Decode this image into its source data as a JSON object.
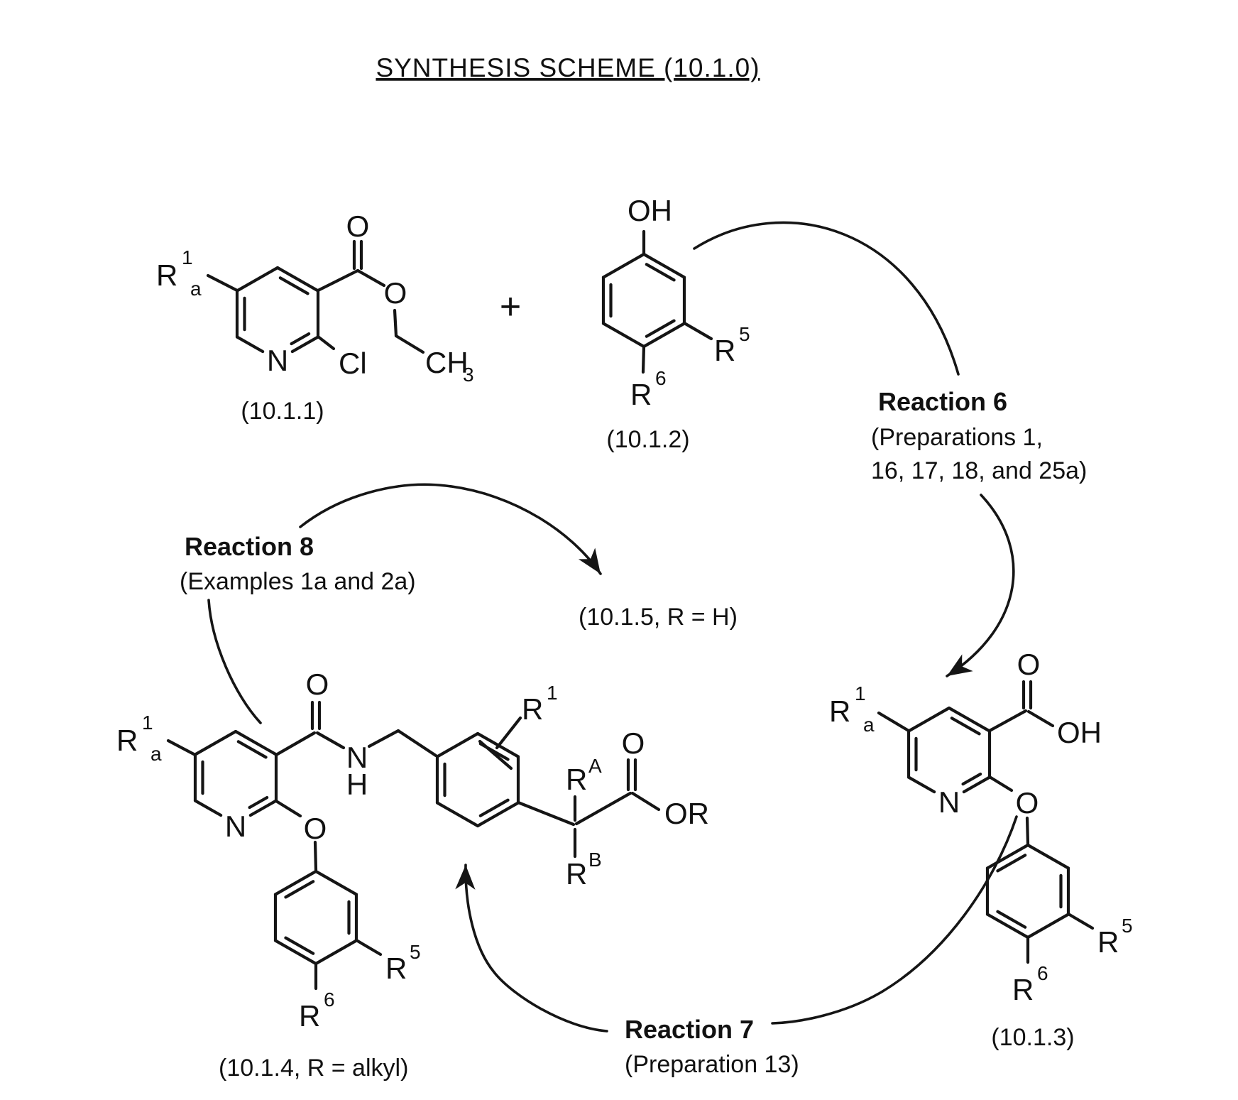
{
  "title": "SYNTHESIS SCHEME (10.1.0)",
  "compounds": {
    "c1": "(10.1.1)",
    "c2": "(10.1.2)",
    "c3": "(10.1.3)",
    "c4": "(10.1.4, R = alkyl)",
    "c5": "(10.1.5, R = H)"
  },
  "reactions": {
    "r6a": "Reaction 6",
    "r6b": "(Preparations 1,",
    "r6c": "16, 17, 18, and 25a)",
    "r7a": "Reaction 7",
    "r7b": "(Preparation 13)",
    "r8a": "Reaction 8",
    "r8b": "(Examples 1a and 2a)"
  },
  "operators": {
    "plus": "+"
  },
  "atoms": {
    "O": "O",
    "OH": "OH",
    "N": "N",
    "H": "H",
    "Cl": "Cl",
    "CH": "CH",
    "sub3": "3",
    "OR": "OR",
    "R": "R",
    "sup1": "1",
    "suba": "a",
    "sup5": "5",
    "sup6": "6",
    "supA": "A",
    "supB": "B"
  }
}
